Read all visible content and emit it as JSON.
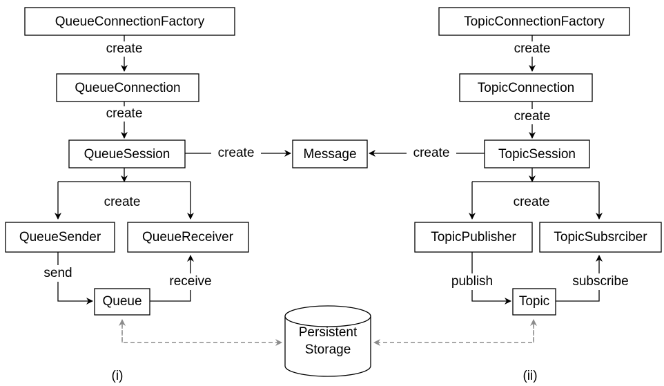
{
  "left": {
    "factory": "QueueConnectionFactory",
    "connection": "QueueConnection",
    "session": "QueueSession",
    "sender": "QueueSender",
    "receiver": "QueueReceiver",
    "destination": "Queue",
    "create_1": "create",
    "create_2": "create",
    "create_msg": "create",
    "create_children": "create",
    "send": "send",
    "receive": "receive",
    "caption": "(i)"
  },
  "right": {
    "factory": "TopicConnectionFactory",
    "connection": "TopicConnection",
    "session": "TopicSession",
    "publisher": "TopicPublisher",
    "subscriber": "TopicSubsrciber",
    "destination": "Topic",
    "create_1": "create",
    "create_2": "create",
    "create_msg": "create",
    "create_children": "create",
    "publish": "publish",
    "subscribe": "subscribe",
    "caption": "(ii)"
  },
  "center": {
    "message": "Message",
    "storage_line1": "Persistent",
    "storage_line2": "Storage"
  },
  "colors": {
    "lines": "#000000",
    "dashed_links": "#8c8c8c"
  }
}
